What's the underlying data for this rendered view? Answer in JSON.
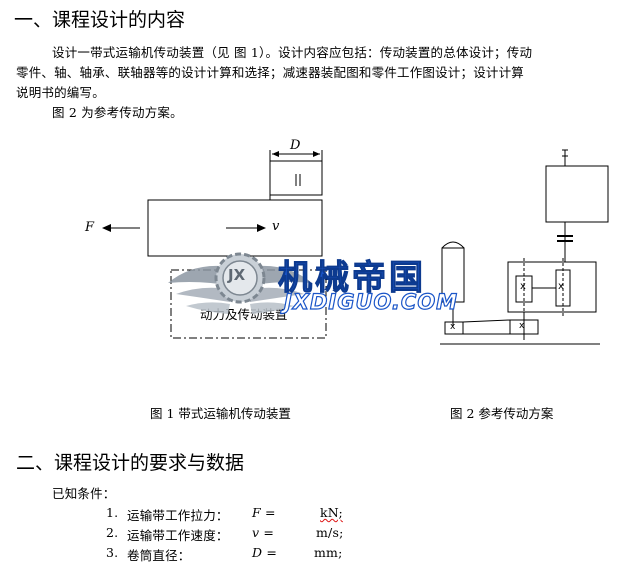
{
  "section1": {
    "heading": "一、课程设计的内容",
    "para_line1": "设计一带式运输机传动装置（见 图 1）。设计内容应包括：传动装置的总体设计；传动",
    "para_line2": "零件、轴、轴承、联轴器等的设计计算和选择；减速器装配图和零件工作图设计；设计计算",
    "para_line3": "说明书的编写。",
    "para_line4": "图 2 为参考传动方案。"
  },
  "figure1": {
    "label_D": "D",
    "label_F": "F",
    "label_v": "v",
    "box_text": "动力及传动装置",
    "caption": "图 1  带式运输机传动装置"
  },
  "figure2": {
    "cross_mark": "x",
    "caption": "图 2  参考传动方案"
  },
  "watermark": {
    "logo_text": "JX",
    "cn_text": "机械帝国",
    "en_text": "JXDIGUO.COM",
    "color_blue": "#1a55c8",
    "color_silver": "#9aa3ad"
  },
  "section2": {
    "heading": "二、课程设计的要求与数据",
    "known_label": "已知条件：",
    "items": [
      {
        "num": "1.",
        "label": "运输带工作拉力：",
        "symbol": "F =",
        "unit": "kN;"
      },
      {
        "num": "2.",
        "label": "运输带工作速度：",
        "symbol": "v =",
        "unit": "m/s;"
      },
      {
        "num": "3.",
        "label": "卷筒直径：",
        "symbol": "D =",
        "unit": "mm;"
      }
    ]
  }
}
